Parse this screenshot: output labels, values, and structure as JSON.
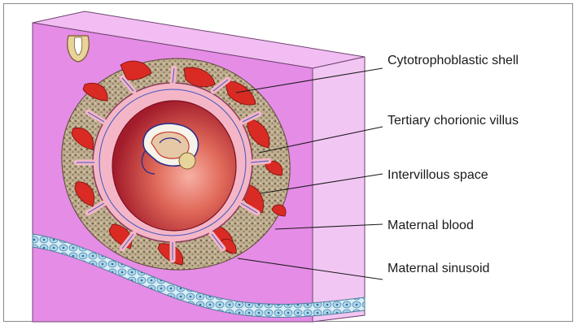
{
  "diagram": {
    "labels": {
      "cytotrophoblastic_shell": "Cytotrophoblastic shell",
      "tertiary_chorionic_villus": "Tertiary chorionic villus",
      "intervillous_space": "Intervillous space",
      "maternal_blood": "Maternal blood",
      "maternal_sinusoid": "Maternal sinusoid"
    },
    "colors": {
      "endometrium_front": "#e58ce6",
      "endometrium_top": "#f1bdf2",
      "endometrium_side": "#f2c6f2",
      "shell_granules": "#b9a78a",
      "maternal_blood": "#d92a24",
      "chorionic_plate": "#f4b6c6",
      "chorionic_cavity": "#c8303b",
      "epithelium_cells": "#a9d8ef",
      "leader_line": "#1a1a1a"
    }
  }
}
